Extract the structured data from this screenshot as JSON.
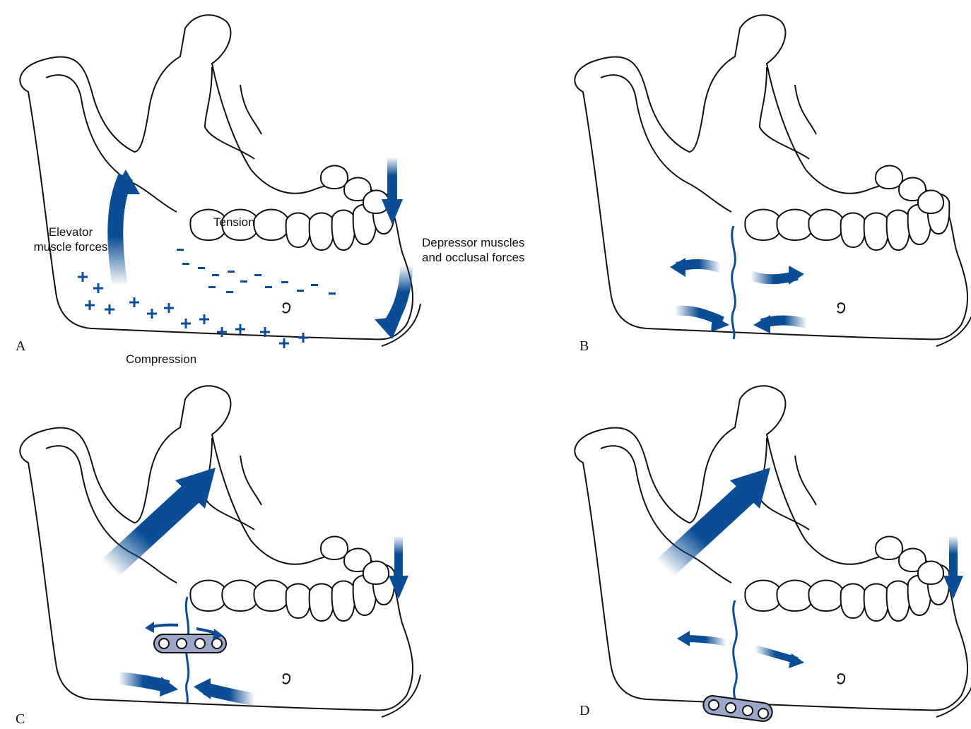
{
  "panels": [
    {
      "letter": "A"
    },
    {
      "letter": "B"
    },
    {
      "letter": "C"
    },
    {
      "letter": "D"
    }
  ],
  "panel_a_labels": {
    "elevator": "Elevator\nmuscle forces",
    "tension": "Tension",
    "depressor": "Depressor muscles\nand occlusal forces",
    "compression": "Compression"
  },
  "colors": {
    "ink": "#111111",
    "force_blue": "#0b4d94",
    "plate_fill": "#9aa7c8"
  }
}
